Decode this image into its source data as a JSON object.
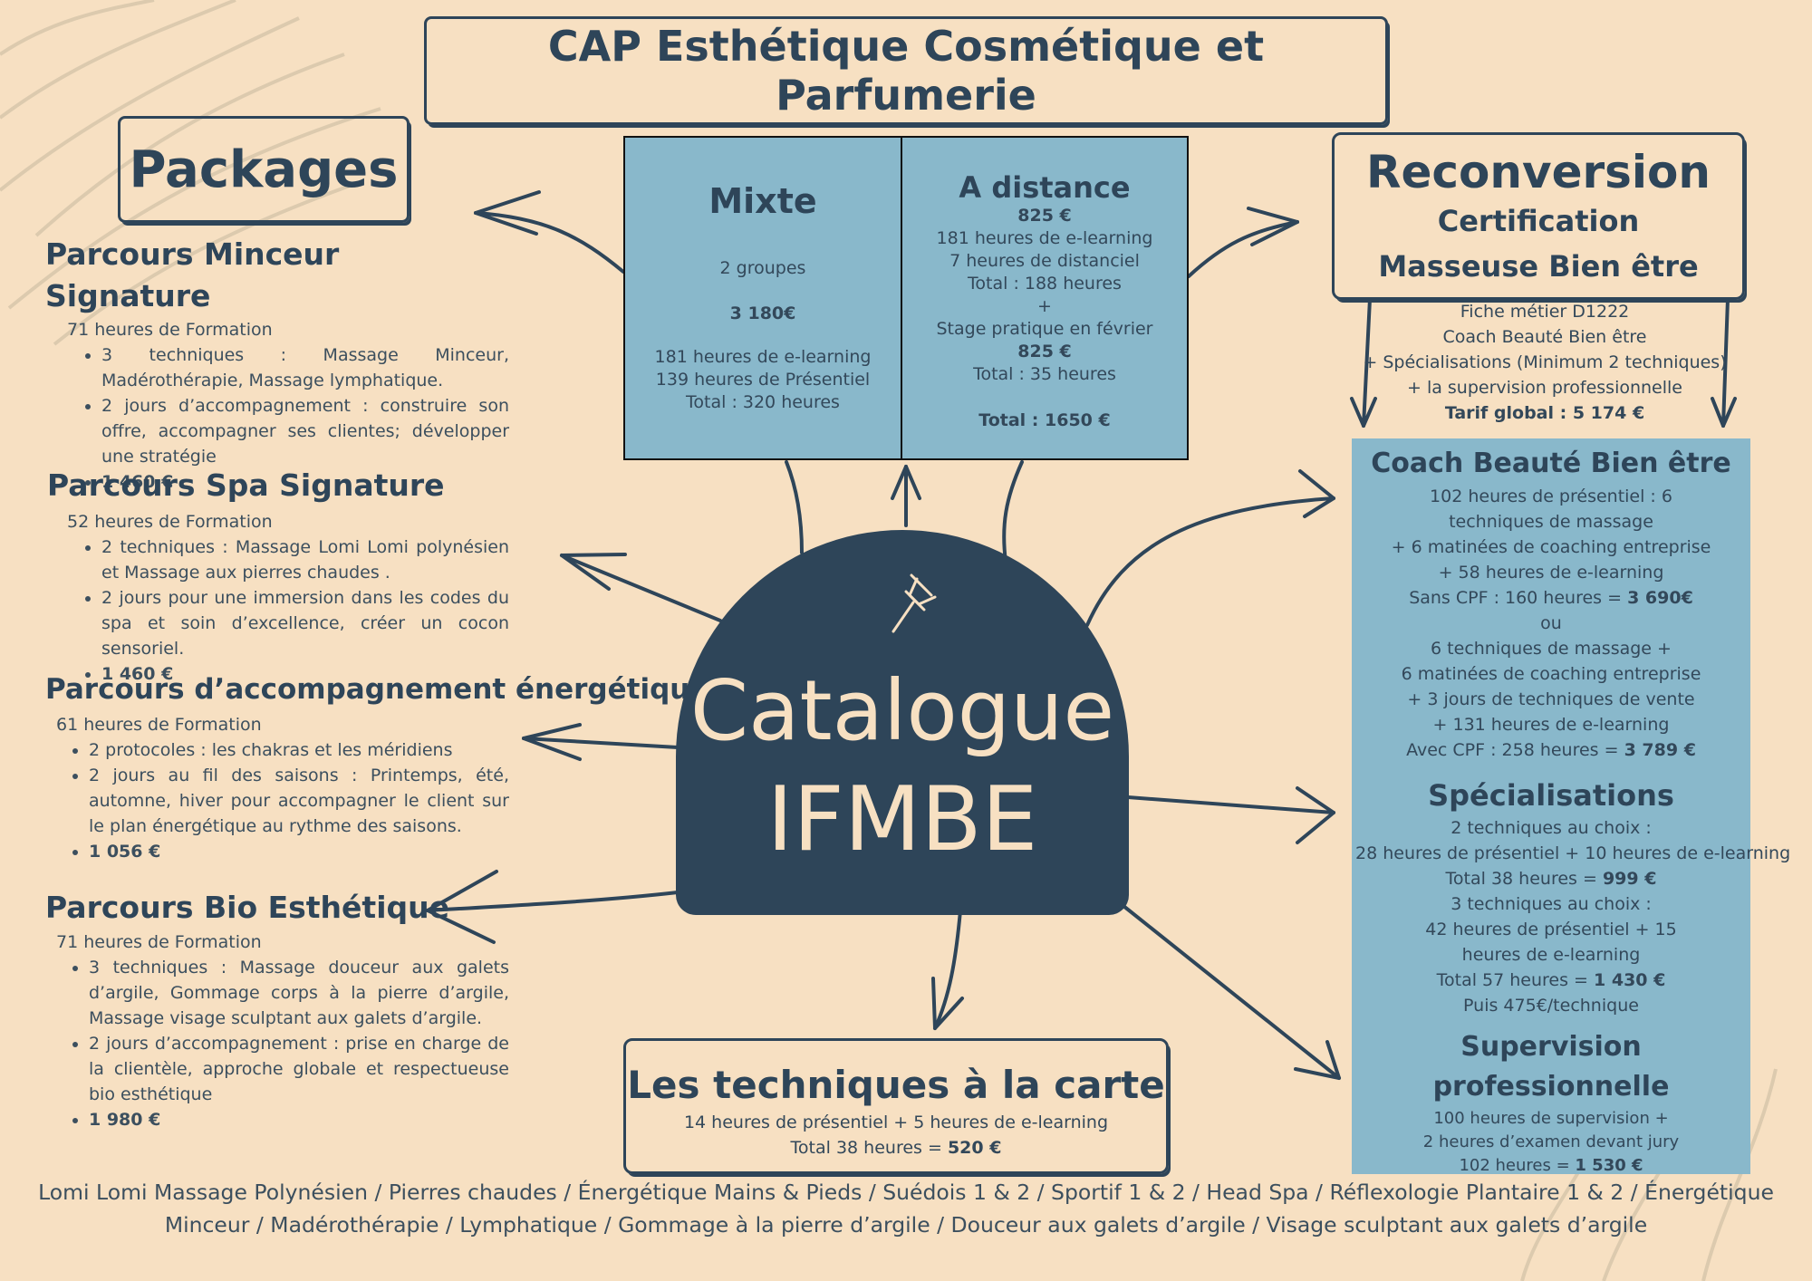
{
  "header": {
    "title": "CAP Esthétique Cosmétique et Parfumerie"
  },
  "packages": {
    "title": "Packages",
    "items": [
      {
        "name": "Parcours Minceur Signature",
        "hours": "71 heures de Formation",
        "bullets": [
          "3 techniques  : Massage Minceur, Madérothérapie, Massage lymphatique.",
          "2 jours d’accompagnement : construire son offre, accompagner ses clientes; développer une stratégie"
        ],
        "price": "1 460 €"
      },
      {
        "name": "Parcours Spa Signature",
        "hours": "52 heures de Formation",
        "bullets": [
          "2 techniques : Massage Lomi Lomi polynésien et Massage aux pierres chaudes .",
          "2 jours pour une immersion dans les codes du spa et soin d’excellence, créer un cocon sensoriel."
        ],
        "price": "1 460 €"
      },
      {
        "name": "Parcours d’accompagnement énergétique",
        "hours": "61 heures de Formation",
        "bullets": [
          "2 protocoles : les chakras et les méridiens",
          "2 jours au fil des saisons : Printemps, été, automne, hiver pour accompagner le client sur le plan énergétique au rythme des saisons."
        ],
        "price": "1 056 €"
      },
      {
        "name": "Parcours Bio Esthétique",
        "hours": "71 heures de Formation",
        "bullets": [
          "3 techniques : Massage douceur aux galets d’argile, Gommage corps à la pierre d’argile, Massage visage sculptant aux galets d’argile.",
          "2 jours d’accompagnement : prise en charge de la clientèle, approche globale et respectueuse bio esthétique"
        ],
        "price": "1 980 €"
      }
    ]
  },
  "mixte": {
    "title": "Mixte",
    "groups": "2 groupes",
    "price": "3 180€",
    "lines": [
      "181 heures de e-learning",
      "139 heures de Présentiel",
      "Total : 320 heures"
    ]
  },
  "distance": {
    "title": "A distance",
    "price1": "825 €",
    "lines1": [
      "181 heures de e-learning",
      "7 heures de distanciel",
      "Total : 188 heures",
      "+",
      "Stage pratique en février"
    ],
    "price2": "825 €",
    "line2": "Total : 35 heures",
    "total": "Total : 1650 €"
  },
  "reconversion": {
    "title": "Reconversion",
    "subtitle1": "Certification",
    "subtitle2": "Masseuse Bien être",
    "lines": [
      "Fiche métier  D1222",
      "Coach Beauté Bien être",
      "+ Spécialisations  (Minimum 2 techniques)",
      "+ la supervision professionnelle"
    ],
    "tarif": "Tarif global : 5 174 €"
  },
  "coach": {
    "title": "Coach Beauté Bien être",
    "lines_a": [
      "102 heures de présentiel : 6 techniques de massage",
      "+ 6 matinées de coaching entreprise",
      "+ 58 heures de e-learning"
    ],
    "sans_cpf_label": "Sans CPF : 160 heures = ",
    "sans_cpf_price": "3 690€",
    "ou": "ou",
    "lines_b": [
      "6 techniques de massage +",
      "6 matinées de coaching entreprise",
      "+ 3 jours de techniques de vente",
      "+ 131 heures de e-learning"
    ],
    "avec_cpf_label": "Avec CPF : 258 heures = ",
    "avec_cpf_price": "3 789 €"
  },
  "specialisations": {
    "title": "Spécialisations",
    "l1": "2 techniques au choix :",
    "l2": "28 heures de présentiel + 10 heures de e-learning",
    "t1_label": "Total 38 heures = ",
    "t1_price": "999 €",
    "l3": "3 techniques au choix :",
    "l4": "42 heures de présentiel + 15 heures de e-learning",
    "t2_label": "Total 57 heures = ",
    "t2_price": "1 430 €",
    "l5": "Puis 475€/technique"
  },
  "supervision": {
    "title": "Supervision professionnelle",
    "l1": "100 heures de supervision +",
    "l2": "2 heures d’examen devant jury",
    "t_label": "102 heures = ",
    "t_price": "1 530 €"
  },
  "center": {
    "line1": "Catalogue",
    "line2": "IFMBE"
  },
  "techniques": {
    "title": "Les techniques à la carte",
    "l1": "14 heures de présentiel + 5 heures de e-learning",
    "t_label": "Total 38 heures = ",
    "t_price": "520 €"
  },
  "footer": {
    "line1": "Lomi Lomi Massage Polynésien / Pierres chaudes / Énergétique Mains & Pieds / Suédois 1 & 2 / Sportif 1 & 2 / Head Spa / Réflexologie Plantaire 1 & 2 / Énergétique",
    "line2": "Minceur / Madérothérapie / Lymphatique / Gommage à la pierre d’argile / Douceur aux galets d’argile / Visage sculptant aux galets d’argile"
  },
  "colors": {
    "background": "#f7e0c2",
    "navy": "#2e4559",
    "blue": "#89b8cb"
  }
}
